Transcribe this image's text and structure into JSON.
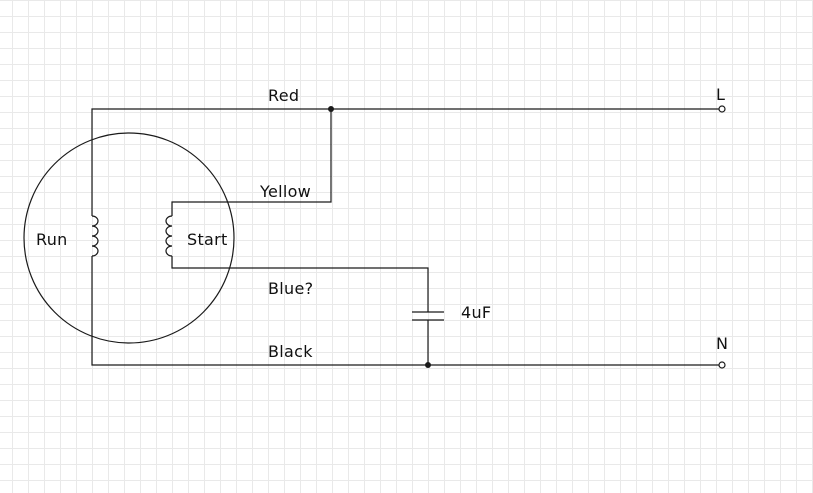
{
  "labels": {
    "red": "Red",
    "yellow": "Yellow",
    "blue": "Blue?",
    "black": "Black",
    "run": "Run",
    "start": "Start",
    "capacitor": "4uF",
    "line": "L",
    "neutral": "N"
  },
  "colors": {
    "background": "#ffffff",
    "grid": "#e9e9e9",
    "wire": "#1a1a1a"
  }
}
